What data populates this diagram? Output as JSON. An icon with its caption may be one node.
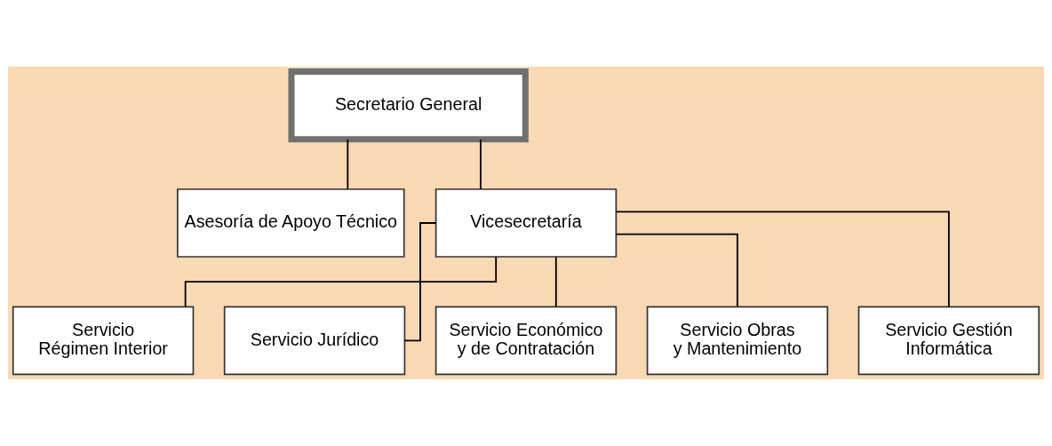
{
  "diagram": {
    "nodes": [
      {
        "text": [
          "Secretario General"
        ]
      },
      {
        "text": [
          "Asesoría de Apoyo Técnico"
        ]
      },
      {
        "text": [
          "Vicesecretaría"
        ]
      },
      {
        "text": [
          "Servicio Régimen Interior"
        ]
      },
      {
        "text": [
          "Servicio Jurídico"
        ]
      },
      {
        "text": [
          "Servicio Económico y de Contratación"
        ]
      },
      {
        "text": [
          "Servicio Obras y Mantenimiento"
        ]
      },
      {
        "text": [
          "Servicio Gestión Informática"
        ]
      }
    ],
    "edges": [
      {
        "from": 0,
        "to": 1,
        "arrow": "none"
      },
      {
        "from": 0,
        "to": 2,
        "arrow": "none"
      },
      {
        "from": 2,
        "to": 3,
        "arrow": "none"
      },
      {
        "from": 2,
        "to": 4,
        "arrow": "none"
      },
      {
        "from": 2,
        "to": 5,
        "arrow": "none"
      },
      {
        "from": 2,
        "to": 6,
        "arrow": "none"
      },
      {
        "from": 2,
        "to": 7,
        "arrow": "none"
      }
    ]
  }
}
